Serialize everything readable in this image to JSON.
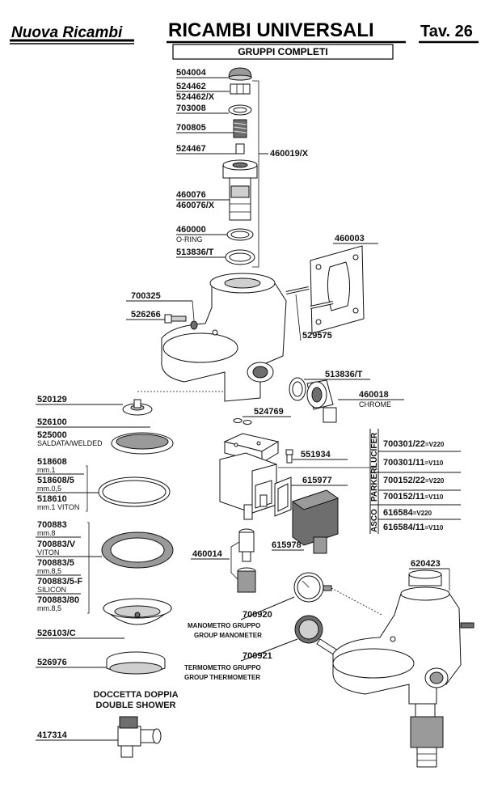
{
  "header": {
    "logo": "Nuova Ricambi",
    "title": "RICAMBI UNIVERSALI",
    "table_number": "Tav. 26",
    "section": "GRUPPI COMPLETI"
  },
  "labels": {
    "p504004": "504004",
    "p524462": "524462",
    "p524462x": "524462/X",
    "p703008": "703008",
    "p700805": "700805",
    "p524467": "524467",
    "p460019x": "460019/X",
    "p460076": "460076",
    "p460076x": "460076/X",
    "p460000": "460000",
    "p460000_sub": "O-RING",
    "p513836t_a": "513836/T",
    "p460003": "460003",
    "p700325": "700325",
    "p526266": "526266",
    "p529575": "529575",
    "p513836t_b": "513836/T",
    "p460018": "460018",
    "p460018_sub": "CHROME",
    "p520129": "520129",
    "p524769": "524769",
    "p526100": "526100",
    "p525000": "525000",
    "p525000_sub": "SALDATA/WELDED",
    "p551934": "551934",
    "p518608": "518608",
    "p518608_sub": "mm.1",
    "p518608_5": "518608/5",
    "p518608_5_sub": "mm.0,5",
    "p518610": "518610",
    "p518610_sub": "mm.1 VITON",
    "p615977": "615977",
    "p615978": "615978",
    "p700883": "700883",
    "p700883_sub": "mm.8",
    "p700883v": "700883/V",
    "p700883v_sub": "VITON",
    "p700883_5": "700883/5",
    "p700883_5_sub": "mm.8,5",
    "p700883_5f": "700883/5-F",
    "p700883_5f_sub": "SILICON",
    "p700883_80": "700883/80",
    "p700883_80_sub": "mm.8,5",
    "p460014": "460014",
    "p526103c": "526103/C",
    "p620423": "620423",
    "p700920": "700920",
    "p700920_it": "MANOMETRO GRUPPO",
    "p700920_en": "GROUP MANOMETER",
    "p700921": "700921",
    "p700921_it": "TERMOMETRO GRUPPO",
    "p700921_en": "GROUP THERMOMETER",
    "p526976": "526976",
    "shower_it": "DOCCETTA DOPPIA",
    "shower_en": "DOUBLE SHOWER",
    "p417314": "417314"
  },
  "valve_table": {
    "lucifer": "LUCIFER",
    "parker": "PARKER",
    "asco": "ASCO",
    "l1": "700301/22",
    "l1_v": "=V220",
    "l2": "700301/11",
    "l2_v": "=V110",
    "p1": "700152/22",
    "p1_v": "=V220",
    "p2": "700152/11",
    "p2_v": "=V110",
    "a1": "616584",
    "a1_v": "=V220",
    "a2": "616584/11",
    "a2_v": "=V110"
  }
}
